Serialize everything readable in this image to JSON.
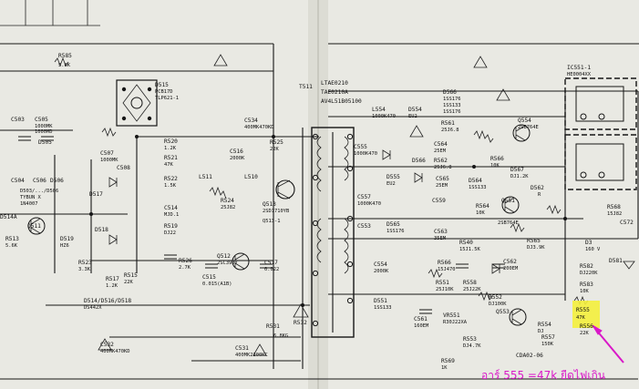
{
  "schematic": {
    "labels": {
      "r585": "R585",
      "r585_val": "5.6K",
      "d515": "D515",
      "d515_a": "PCB17D",
      "d515_b": "TLP621-1",
      "t511": "T511",
      "xfmr_a": "LTAE0210",
      "xfmr_b": "TAE0210A",
      "xfmr_c": "AV4L51B05100",
      "d566": "D566",
      "d566_a": "1SS176",
      "d566_b": "1SS133",
      "d566_c": "1SS176",
      "ic551": "IC551-1",
      "ic551_b": "HE0004XX",
      "c503": "C503",
      "c505": "C505",
      "c505_val": "1000MK",
      "c505_val2": "1000MD",
      "d505": "D505",
      "c504": "C504",
      "c506": "C506",
      "d506": "D506",
      "d503_516": "D503/.../D506",
      "ty_note": "TYBUN X",
      "ty_note2": "1N4007",
      "r520": "R520",
      "r520_val": "1.2K",
      "r521": "R521",
      "r521_val": "47K",
      "r522": "R522",
      "r522_val": "1.5K",
      "c534": "C534",
      "c534_val": "400MK470KD",
      "c516": "C516",
      "c516_val": "2000K",
      "r525": "R525",
      "r525_val": "22K",
      "l511": "L511",
      "l510": "L510",
      "r524": "R524",
      "r524_val": "25J82",
      "q513": "Q513",
      "q513_val": "2SD1710YB",
      "q513_1": "Q513-1",
      "c507": "C507",
      "c507_val": "1000MK",
      "c508": "C508",
      "d517": "D517",
      "d518": "D518",
      "c514": "C514",
      "c514_val": "MJD.1",
      "r519": "R519",
      "r519_val": "DJ22",
      "d514a": "D514A",
      "q511": "Q511",
      "r513": "R513",
      "r513_val": "5.6K",
      "d519": "D519",
      "d519_val": "HZ6",
      "r523": "R523",
      "r523_val": "3.3K",
      "r517": "R517",
      "r517_val": "1.2K",
      "r515": "R515",
      "r515_val": "22K",
      "r526": "R526",
      "r526_val": "2.7K",
      "q512": "Q512",
      "q512_val": "2SC3907",
      "c517": "C517",
      "c517_val": "0.022",
      "c515": "C515",
      "c515_val": "0.015(A1B)",
      "d514_group": "D514/D516/D518",
      "d514_group2": "DS442X",
      "c532": "C532",
      "c532_val": "400MK470KD",
      "c531": "C531",
      "c531_val": "400MK2200KC",
      "r531": "R531",
      "r532": "R532",
      "r532_val": "6.8KG",
      "l554": "L554",
      "l554_val": "1000K470",
      "d554": "D554",
      "d554_val": "EU2",
      "r561": "R561",
      "r561_val": "25J6.8",
      "q554": "Q554",
      "q554_val": "2SB764E",
      "c555": "C555",
      "c555_val": "1000K470",
      "c564": "C564",
      "c564_val": "25EM",
      "r562": "R562",
      "r562_val": "25J6.8",
      "d566b": "D566",
      "r566": "R566",
      "r566_val": "10K",
      "d567": "D567",
      "d567_val": "DJ1.2K",
      "d555": "D555",
      "d555_val": "EU2",
      "c565": "C565",
      "c565_val": "25EM",
      "d564": "D564",
      "d564_val": "1SS133",
      "d562": "D562",
      "d562_val": "R",
      "c557": "C557",
      "c557_val": "1000K470",
      "c559": "C559",
      "r564": "R564",
      "r564_val": "10K",
      "q551": "Q551",
      "q551_val": "2SB764E",
      "r568": "R568",
      "r568_val": "15J82",
      "c572": "C572",
      "c553": "C553",
      "d565": "D565",
      "d565_val": "1SS176",
      "c563": "C563",
      "c563_val": "35EM",
      "r540": "R540",
      "r540_val": "15J1.5K",
      "r565": "R565",
      "r565_val": "DJ3.9K",
      "d3": "D3",
      "d3_val": "160 V",
      "c554": "C554",
      "c554_val": "2000K",
      "r566b": "R566",
      "r566b_val": "15J470",
      "c562": "C562",
      "c562_val": "200EM",
      "r582": "R582",
      "r582_val": "DJ220K",
      "d581": "D581",
      "r551": "R551",
      "r551_val": "25J10K",
      "r558": "R558",
      "r558_val": "25J22K",
      "r583": "R583",
      "r583_val": "10K",
      "d551": "D551",
      "d551_val": "1SS133",
      "r552": "R552",
      "r552_val": "DJ100K",
      "c561": "C561",
      "c561_val": "160EM",
      "vr551": "VR551",
      "vr551_val": "R30J22XA",
      "q553": "Q553",
      "r554": "R554",
      "r554_val": "DJ",
      "r553": "R553",
      "r553_val": "DJ4.7K",
      "r555": "R555",
      "r555_val": "47K",
      "r556": "R556",
      "r556_val": "22K",
      "cda02": "CDA02-06",
      "r569": "R569",
      "r569_val": "1K",
      "r557": "R557",
      "r557_val": "150K"
    },
    "note": "อาร์ 555 =47k ยืดไฟเกิน",
    "colors": {
      "paper": "#e9e9e3",
      "ink": "#161616",
      "highlight": "#f4f03c",
      "note": "#d918c8"
    }
  }
}
